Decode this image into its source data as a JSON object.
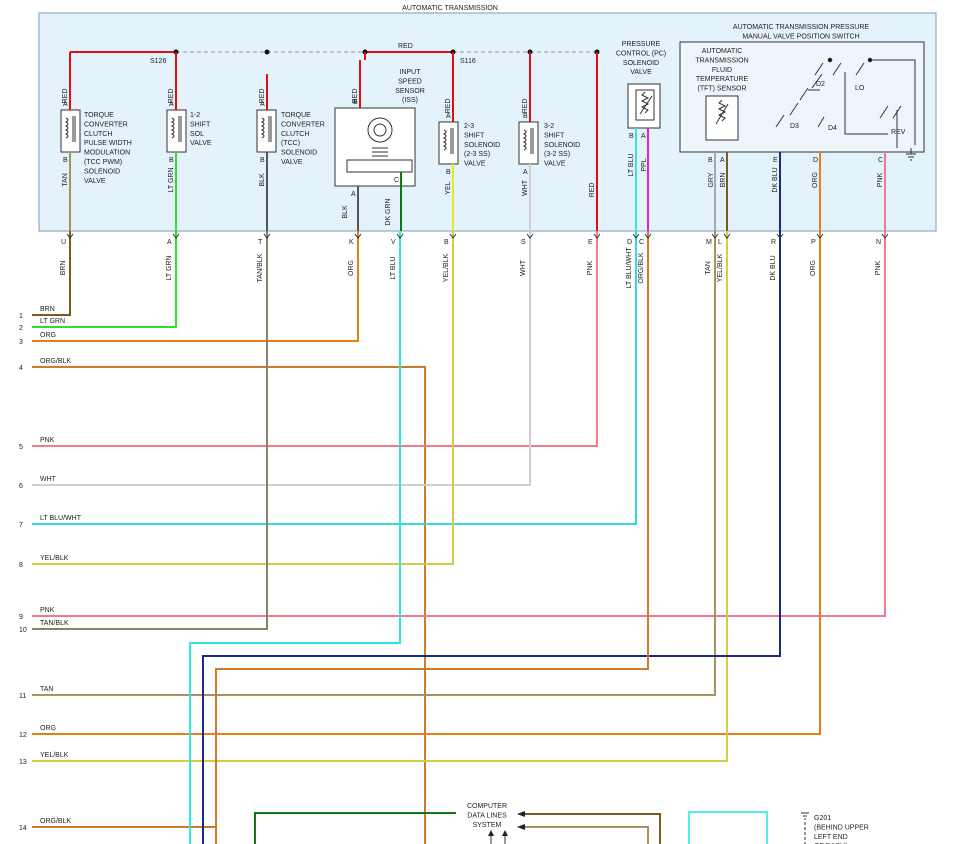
{
  "header": {
    "title": "AUTOMATIC TRANSMISSION"
  },
  "splices": {
    "s126": "S126",
    "s116": "S116",
    "red_bus": "RED"
  },
  "components": {
    "tcc_pwm": [
      "TORQUE",
      "CONVERTER",
      "CLUTCH",
      "PULSE WIDTH",
      "MODULATION",
      "(TCC PWM)",
      "SOLENOID",
      "VALVE"
    ],
    "shift_12": [
      "1-2",
      "SHIFT",
      "SOL",
      "VALVE"
    ],
    "tcc": [
      "TORQUE",
      "CONVERTER",
      "CLUTCH",
      "(TCC)",
      "SOLENOID",
      "VALVE"
    ],
    "iss": [
      "INPUT",
      "SPEED",
      "SENSOR",
      "(ISS)"
    ],
    "shift_23": [
      "2-3",
      "SHIFT",
      "SOLENOID",
      "(2-3 SS)",
      "VALVE"
    ],
    "shift_32": [
      "3-2",
      "SHIFT",
      "SOLENOID",
      "(3-2 SS)",
      "VALVE"
    ],
    "pc": [
      "PRESSURE",
      "CONTROL (PC)",
      "SOLENOID",
      "VALVE"
    ],
    "switch_title": [
      "AUTOMATIC TRANSMISSION PRESSURE",
      "MANUAL VALVE POSITION SWITCH"
    ],
    "tft": [
      "AUTOMATIC",
      "TRANSMISSION",
      "FLUID",
      "TEMPERATURE",
      "(TFT) SENSOR"
    ],
    "switch_positions": [
      "D2",
      "LO",
      "D3",
      "D4",
      "REV"
    ],
    "data_lines": [
      "COMPUTER",
      "DATA LINES",
      "SYSTEM"
    ],
    "ground": [
      "G201",
      "(BEHIND UPPER",
      "LEFT END",
      "OF DASH)"
    ]
  },
  "wires_upper": [
    {
      "key": "tcc_pwm_top",
      "pin": "A",
      "color": "RED"
    },
    {
      "key": "tcc_pwm_bot",
      "pin": "B",
      "color": "TAN"
    },
    {
      "key": "s12_top",
      "pin": "A",
      "color": "RED"
    },
    {
      "key": "s12_bot",
      "pin": "B",
      "color": "LT GRN"
    },
    {
      "key": "tcc_top",
      "pin": "A",
      "color": "RED"
    },
    {
      "key": "tcc_bot",
      "pin": "B",
      "color": "BLK"
    },
    {
      "key": "iss_top",
      "pin": "B",
      "color": "RED"
    },
    {
      "key": "iss_a",
      "pin": "A",
      "color": "BLK"
    },
    {
      "key": "iss_c",
      "pin": "C",
      "color": "DK GRN"
    },
    {
      "key": "s23_top",
      "pin": "A",
      "color": "RED"
    },
    {
      "key": "s23_bot",
      "pin": "B",
      "color": "YEL"
    },
    {
      "key": "s32_top",
      "pin": "B",
      "color": "RED"
    },
    {
      "key": "s32_bot",
      "pin": "A",
      "color": "WHT"
    },
    {
      "key": "red_right",
      "pin": "",
      "color": "RED"
    },
    {
      "key": "pc_b",
      "pin": "B",
      "color": "LT BLU"
    },
    {
      "key": "pc_a",
      "pin": "A",
      "color": "PPL"
    },
    {
      "key": "sw_b",
      "pin": "B",
      "color": "GRY"
    },
    {
      "key": "sw_a",
      "pin": "A",
      "color": "BRN"
    },
    {
      "key": "sw_e",
      "pin": "E",
      "color": "DK BLU"
    },
    {
      "key": "sw_d",
      "pin": "D",
      "color": "ORG"
    },
    {
      "key": "sw_c",
      "pin": "C",
      "color": "PNK"
    }
  ],
  "connector": [
    {
      "pin": "U",
      "color": "BRN"
    },
    {
      "pin": "A",
      "color": "LT GRN"
    },
    {
      "pin": "T",
      "color": "TAN/BLK"
    },
    {
      "pin": "K",
      "color": "ORG"
    },
    {
      "pin": "V",
      "color": "LT BLU"
    },
    {
      "pin": "B",
      "color": "YEL/BLK"
    },
    {
      "pin": "S",
      "color": "WHT"
    },
    {
      "pin": "E",
      "color": "PNK"
    },
    {
      "pin": "D",
      "color": "LT BLU/WHT"
    },
    {
      "pin": "C",
      "color": "ORG/BLK"
    },
    {
      "pin": "M",
      "color": "TAN"
    },
    {
      "pin": "L",
      "color": "YEL/BLK"
    },
    {
      "pin": "R",
      "color": "DK BLU"
    },
    {
      "pin": "P",
      "color": "ORG"
    },
    {
      "pin": "N",
      "color": "PNK"
    }
  ],
  "pcm_pins": [
    {
      "num": "1",
      "color": "BRN"
    },
    {
      "num": "2",
      "color": "LT GRN"
    },
    {
      "num": "3",
      "color": "ORG"
    },
    {
      "num": "4",
      "color": "ORG/BLK"
    },
    {
      "num": "5",
      "color": "PNK"
    },
    {
      "num": "6",
      "color": "WHT"
    },
    {
      "num": "7",
      "color": "LT BLU/WHT"
    },
    {
      "num": "8",
      "color": "YEL/BLK"
    },
    {
      "num": "9",
      "color": "PNK"
    },
    {
      "num": "10",
      "color": "TAN/BLK"
    },
    {
      "num": "11",
      "color": "TAN"
    },
    {
      "num": "12",
      "color": "ORG"
    },
    {
      "num": "13",
      "color": "YEL/BLK"
    },
    {
      "num": "14",
      "color": "ORG/BLK"
    }
  ],
  "wire_colors": {
    "RED": "#e01010",
    "BRN": "#7a5a1e",
    "TAN": "#a8925e",
    "LT GRN": "#32dd32",
    "BLK": "#555555",
    "TAN/BLK": "#8c8168",
    "ORG": "#e87d1a",
    "ORG/BLK": "#d07a2e",
    "LT BLU": "#2fe6e6",
    "DK GRN": "#117711",
    "YEL": "#e8e82a",
    "YEL/BLK": "#d2cf45",
    "WHT": "#cfcfcf",
    "PNK": "#f07a8f",
    "LT BLU/WHT": "#36d8dd",
    "PPL": "#e020e0",
    "GRY": "#a8a8a8",
    "DK BLU": "#1a2a8a",
    "panel_fill": "#e3f2fb",
    "panel_stroke": "#7a9cb8",
    "line": "#333333"
  }
}
